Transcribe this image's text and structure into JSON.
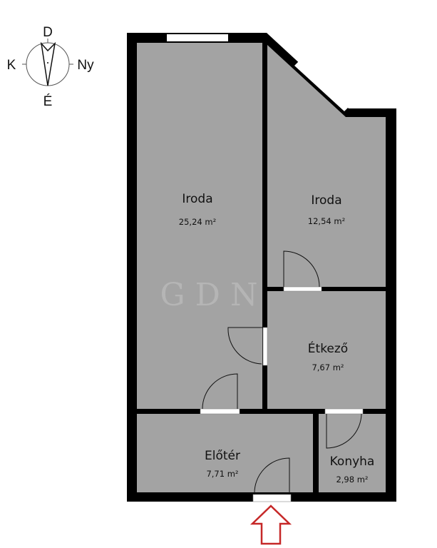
{
  "compass": {
    "north_label": "É",
    "south_label": "D",
    "east_label": "K",
    "west_label": "Ny"
  },
  "watermark": "GDN",
  "rooms": [
    {
      "name": "Iroda",
      "area": "25,24 m²"
    },
    {
      "name": "Iroda",
      "area": "12,54 m²"
    },
    {
      "name": "Étkező",
      "area": "7,67 m²"
    },
    {
      "name": "Előtér",
      "area": "7,71 m²"
    },
    {
      "name": "Konyha",
      "area": "2,98 m²"
    }
  ],
  "colors": {
    "wall": "#000000",
    "floor": "#a3a3a3",
    "entrance_arrow": "#c62828"
  }
}
